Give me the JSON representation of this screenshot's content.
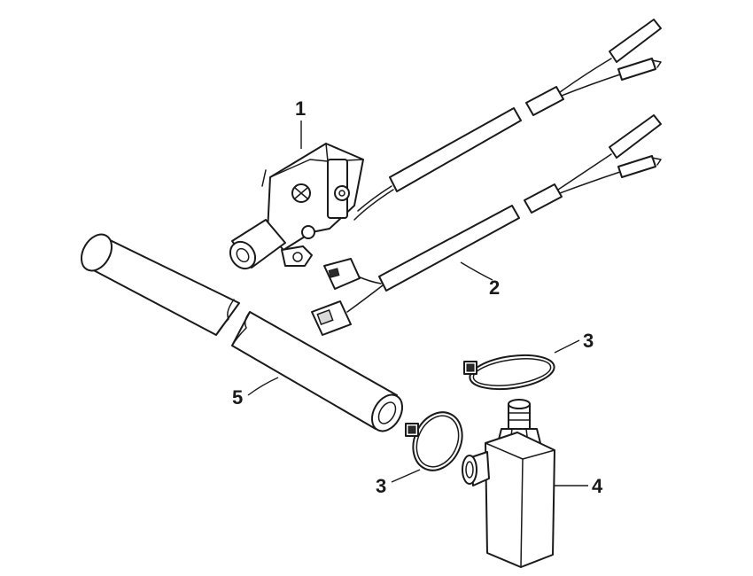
{
  "callouts": {
    "part_1": "1",
    "part_2": "2",
    "part_3_upper": "3",
    "part_3_lower": "3",
    "part_4": "4",
    "part_5": "5"
  }
}
